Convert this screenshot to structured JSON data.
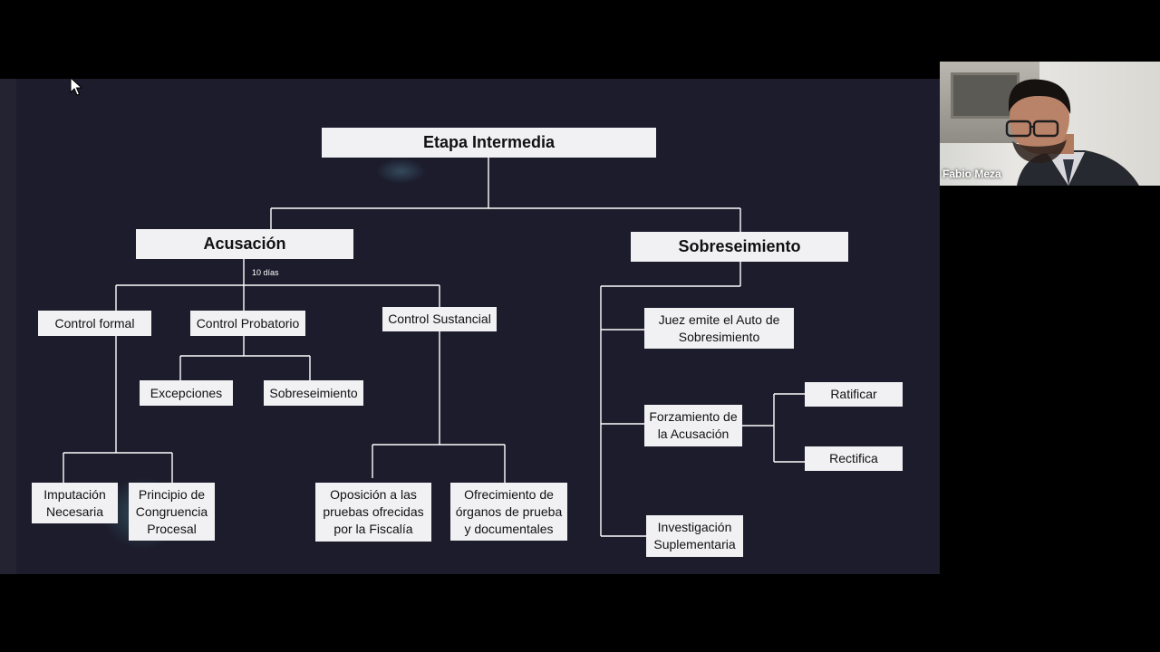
{
  "slide": {
    "title": "Etapa Intermedia",
    "acusacion": {
      "label": "Acusación",
      "duration": "10 días",
      "control_formal": "Control formal",
      "control_probatorio": "Control Probatorio",
      "control_sustancial": "Control Sustancial",
      "excepciones": "Excepciones",
      "sobreseimiento_sub": "Sobreseimiento",
      "imputacion": [
        "Imputación",
        "Necesaria"
      ],
      "principio": [
        "Principio de",
        "Congruencia",
        "Procesal"
      ],
      "oposicion": [
        "Oposición a las",
        "pruebas ofrecidas",
        "por la Fiscalía"
      ],
      "ofrecimiento": [
        "Ofrecimiento de",
        "órganos de prueba",
        "y documentales"
      ]
    },
    "sobreseimiento": {
      "label": "Sobreseimiento",
      "juez": [
        "Juez emite el Auto de",
        "Sobresimiento"
      ],
      "forzamiento": [
        "Forzamiento de",
        "la Acusación"
      ],
      "ratificar": "Ratificar",
      "rectifica": "Rectifica",
      "investigacion": [
        "Investigación",
        "Suplementaria"
      ]
    }
  },
  "participant": {
    "name": "Fabio Meza"
  },
  "colors": {
    "background": "#000000",
    "slide_background": "#1c1c2c",
    "box_fill": "#f1f0f3",
    "connector": "#ffffff"
  },
  "icons": {
    "cursor": "mouse-pointer-icon"
  }
}
